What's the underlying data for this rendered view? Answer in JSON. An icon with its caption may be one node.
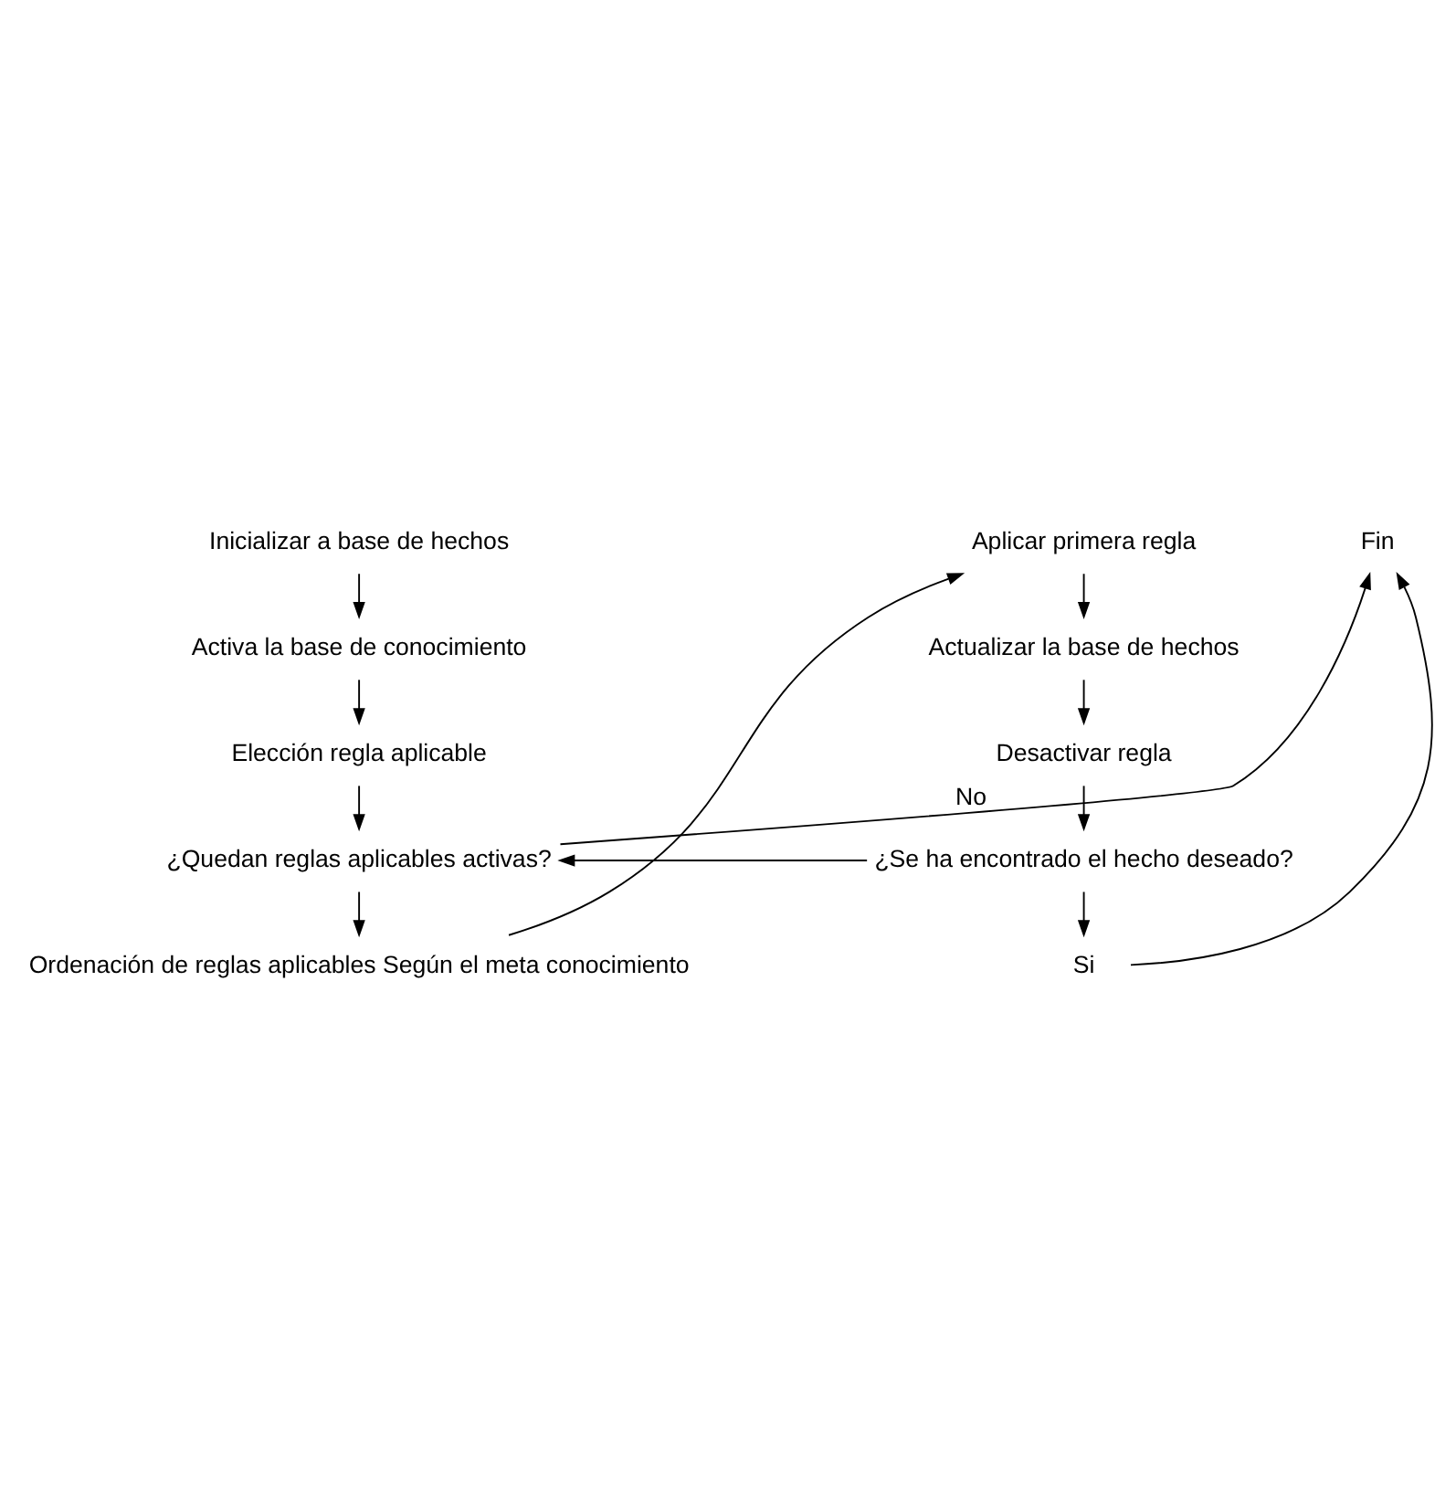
{
  "diagram": {
    "nodes": [
      {
        "text": [
          "Inicializar a base de hechos"
        ]
      },
      {
        "text": [
          "Activa la base de conocimiento"
        ]
      },
      {
        "text": [
          "Elección regla aplicable"
        ]
      },
      {
        "text": [
          "¿Quedan reglas aplicables activas?"
        ]
      },
      {
        "text": [
          "Ordenación de reglas aplicables Según el meta conocimiento"
        ]
      },
      {
        "text": [
          "Fin"
        ]
      },
      {
        "text": [
          "Aplicar primera regla"
        ]
      },
      {
        "text": [
          "Actualizar la base de hechos"
        ]
      },
      {
        "text": [
          "Desactivar regla"
        ]
      },
      {
        "text": [
          "¿Se ha encontrado el hecho deseado?"
        ]
      },
      {
        "text": [
          "Si"
        ]
      }
    ],
    "edges": [
      {
        "from": 0,
        "to": 1,
        "arrow": "to"
      },
      {
        "from": 1,
        "to": 2,
        "arrow": "to"
      },
      {
        "from": 2,
        "to": 3,
        "arrow": "to"
      },
      {
        "from": 3,
        "to": 5,
        "arrow": "to",
        "label": "No"
      },
      {
        "from": 3,
        "to": 4,
        "arrow": "to"
      },
      {
        "from": 4,
        "to": 6,
        "arrow": "to"
      },
      {
        "from": 6,
        "to": 7,
        "arrow": "to"
      },
      {
        "from": 7,
        "to": 8,
        "arrow": "to"
      },
      {
        "from": 8,
        "to": 9,
        "arrow": "to"
      },
      {
        "from": 9,
        "to": 10,
        "arrow": "to"
      },
      {
        "from": 10,
        "to": 5,
        "arrow": "to"
      },
      {
        "from": 9,
        "to": 3,
        "arrow": "to"
      }
    ]
  }
}
